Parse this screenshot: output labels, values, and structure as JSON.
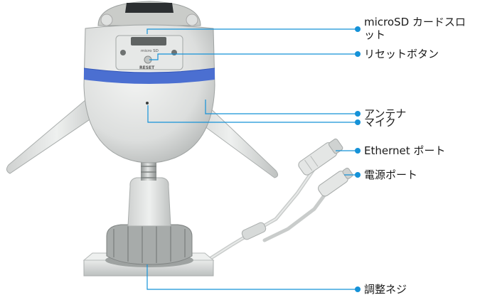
{
  "colors": {
    "accent": "#1592d8"
  },
  "device": {
    "sd_slot_text": "micro SD",
    "reset_text": "RESET"
  },
  "labels": {
    "microsd": "microSD カードスロット",
    "reset": "リセットボタン",
    "antenna": "アンテナ",
    "mic": "マイク",
    "ethernet": "Ethernet ポート",
    "power": "電源ポート",
    "screw": "調整ネジ"
  }
}
